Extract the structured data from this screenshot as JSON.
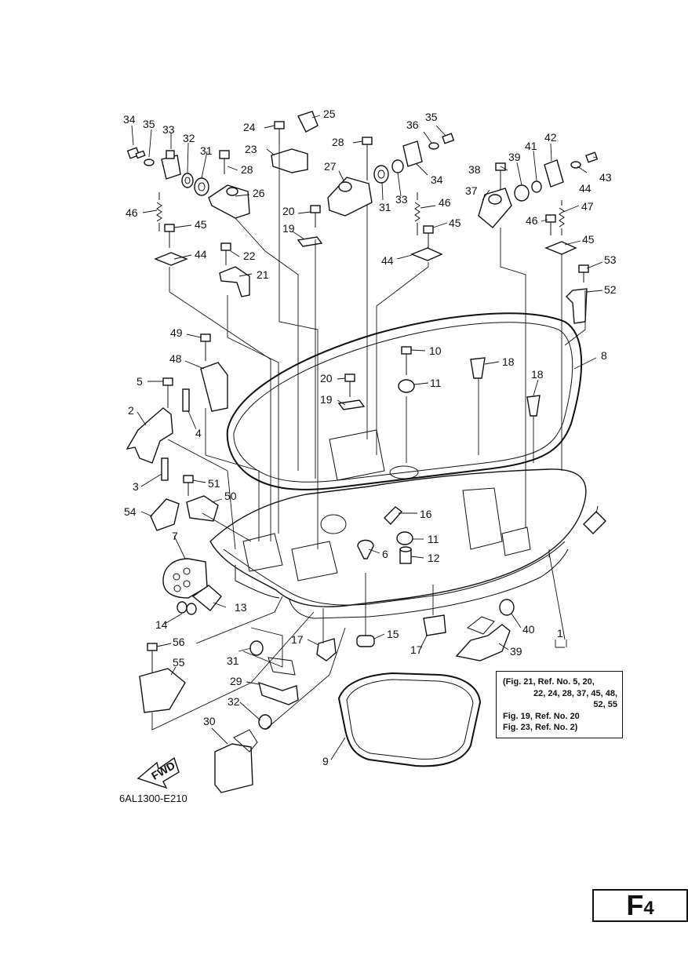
{
  "diagram": {
    "part_labels": [
      "1",
      "2",
      "3",
      "4",
      "5",
      "6",
      "7",
      "8",
      "9",
      "10",
      "11",
      "11",
      "12",
      "13",
      "14",
      "15",
      "16",
      "17",
      "17",
      "18",
      "18",
      "19",
      "19",
      "20",
      "20",
      "21",
      "22",
      "23",
      "24",
      "25",
      "26",
      "27",
      "28",
      "28",
      "29",
      "30",
      "31",
      "31",
      "31",
      "32",
      "32",
      "33",
      "33",
      "34",
      "34",
      "35",
      "35",
      "36",
      "37",
      "38",
      "39",
      "39",
      "40",
      "41",
      "42",
      "43",
      "44",
      "44",
      "44",
      "45",
      "45",
      "45",
      "46",
      "46",
      "46",
      "47",
      "48",
      "49",
      "50",
      "51",
      "52",
      "53",
      "54",
      "55",
      "56"
    ],
    "reference_note": {
      "line1": "(Fig. 21, Ref. No. 5, 20,",
      "line2": "22, 24, 28, 37, 45, 48,",
      "line3": "52, 55",
      "line4": "Fig. 19, Ref. No. 20",
      "line5": "Fig. 23, Ref. No. 2)"
    },
    "direction_marker": "FWD",
    "drawing_code": "6AL1300-E210"
  },
  "page_id": {
    "letter": "F",
    "number": "4"
  }
}
